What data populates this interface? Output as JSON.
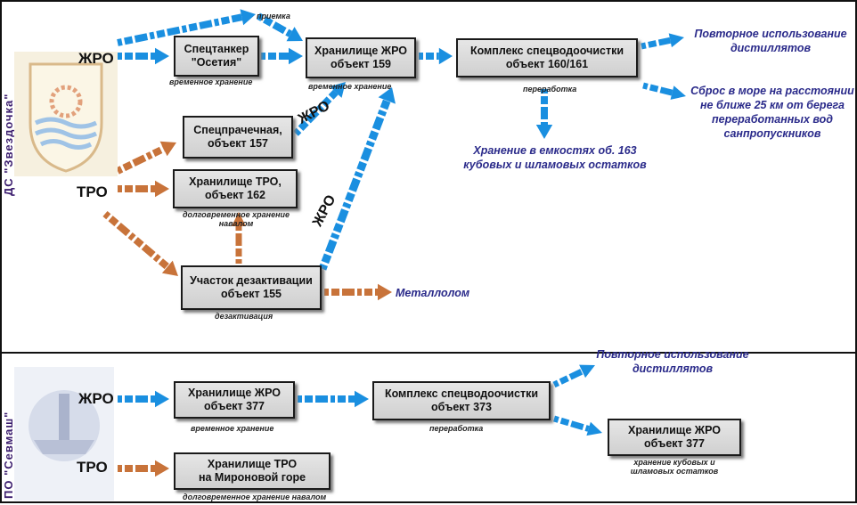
{
  "colors": {
    "blue": "#1a8fe0",
    "orange": "#c8733a",
    "border": "#111111",
    "output_text": "#2a2a8a",
    "title": "#3b1d6e"
  },
  "side_titles": {
    "top": "ДС \"Звездочка\"",
    "bottom": "ПО \"Севмаш\""
  },
  "logos": {
    "top": "zvezdochka-logo",
    "bottom": "sevmash-logo"
  },
  "top": {
    "src_zhro": "ЖРО",
    "src_tro": "ТРО",
    "priemka": "приемка",
    "spectanker": {
      "line1": "Спецтанкер",
      "line2": "\"Осетия\"",
      "caption": "временное хранение"
    },
    "store159": {
      "line1": "Хранилище ЖРО",
      "line2": "объект 159",
      "caption": "временное хранение"
    },
    "complex": {
      "line1": "Комплекс спецводоочистки",
      "line2": "объект 160/161",
      "caption": "переработка"
    },
    "reuse": {
      "line1": "Повторное использование",
      "line2": "дистиллятов"
    },
    "sea": {
      "line1": "Сброс в море на расстоянии",
      "line2": "не ближе 25 км от берега",
      "line3": "переработанных вод",
      "line4": "санпропускников"
    },
    "storage163": {
      "line1": "Хранение в емкостях об. 163",
      "line2": "кубовых и шламовых остатков"
    },
    "laundry": {
      "line1": "Спецпрачечная,",
      "line2": "объект 157"
    },
    "tro162": {
      "line1": "Хранилище ТРО,",
      "line2": "объект 162",
      "caption1": "долговременное хранение",
      "caption2": "навалом"
    },
    "decon": {
      "line1": "Участок дезактивации",
      "line2": "объект 155",
      "caption": "дезактивация"
    },
    "metal": "Металлолом",
    "zhro_tag1": "ЖРО",
    "zhro_tag2": "ЖРО"
  },
  "bottom": {
    "src_zhro": "ЖРО",
    "src_tro": "ТРО",
    "store377": {
      "line1": "Хранилище ЖРО",
      "line2": "объект 377",
      "caption": "временное хранение"
    },
    "complex373": {
      "line1": "Комплекс спецводоочистки",
      "line2": "объект 373",
      "caption": "переработка"
    },
    "reuse": {
      "line1": "Повторное использование",
      "line2": "дистиллятов"
    },
    "store377b": {
      "line1": "Хранилище ЖРО",
      "line2": "объект 377",
      "caption1": "хранение кубовых и",
      "caption2": "шламовых остатков"
    },
    "tro_mironova": {
      "line1": "Хранилище ТРО",
      "line2": "на Мироновой горе",
      "caption": "долговременное хранение навалом"
    }
  }
}
